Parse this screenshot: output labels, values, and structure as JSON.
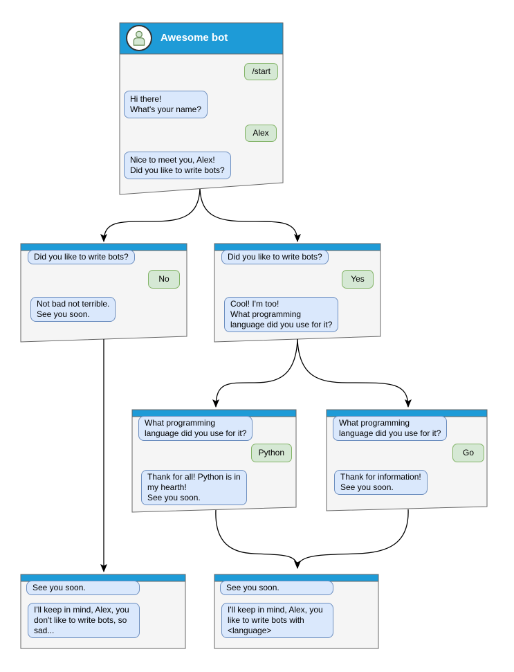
{
  "colors": {
    "header-blue": "#1E9BD7",
    "window-fill": "#F5F5F5",
    "window-border": "#666666",
    "bot-bubble-fill": "#DAE8FC",
    "bot-bubble-border": "#6C8EBF",
    "user-bubble-fill": "#D5E8D4",
    "user-bubble-border": "#82B366",
    "arrow": "#000000",
    "title-text": "#FFFFFF",
    "message-text": "#000000",
    "avatar-fill": "#FFFFFF",
    "avatar-border": "#333333",
    "avatar-person-fill": "#D5E8D4",
    "avatar-person-stroke": "#6B8E5A"
  },
  "windows": {
    "main": {
      "title": "Awesome bot",
      "avatar_icon": "person-icon",
      "messages": [
        {
          "from": "user",
          "text": "/start"
        },
        {
          "from": "bot",
          "text": "Hi there!\nWhat's your name?"
        },
        {
          "from": "user",
          "text": "Alex"
        },
        {
          "from": "bot",
          "text": "Nice to meet you, Alex!\nDid you like to write bots?"
        }
      ]
    },
    "branch_no": {
      "messages": [
        {
          "from": "bot",
          "text": "Did you like to write bots?"
        },
        {
          "from": "user",
          "text": "No"
        },
        {
          "from": "bot",
          "text": "Not bad not terrible.\nSee you soon."
        }
      ]
    },
    "branch_yes": {
      "messages": [
        {
          "from": "bot",
          "text": "Did you like to write bots?"
        },
        {
          "from": "user",
          "text": "Yes"
        },
        {
          "from": "bot",
          "text": "Cool! I'm too!\nWhat programming\nlanguage did you use for it?"
        }
      ]
    },
    "branch_python": {
      "messages": [
        {
          "from": "bot",
          "text": "What programming\nlanguage did you use for it?"
        },
        {
          "from": "user",
          "text": "Python"
        },
        {
          "from": "bot",
          "text": "Thank for all! Python is in\nmy hearth!\nSee you soon."
        }
      ]
    },
    "branch_go": {
      "messages": [
        {
          "from": "bot",
          "text": "What programming\nlanguage did you use for it?"
        },
        {
          "from": "user",
          "text": "Go"
        },
        {
          "from": "bot",
          "text": "Thank for information!\nSee you soon."
        }
      ]
    },
    "end_no": {
      "messages": [
        {
          "from": "bot",
          "text": "See you soon."
        },
        {
          "from": "bot",
          "text": "I'll keep in mind, Alex, you\ndon't like to write bots, so\nsad..."
        }
      ]
    },
    "end_language": {
      "messages": [
        {
          "from": "bot",
          "text": "See you soon."
        },
        {
          "from": "bot",
          "text": "I'll keep in mind, Alex, you\nlike to write bots with\n<language>"
        }
      ]
    }
  }
}
